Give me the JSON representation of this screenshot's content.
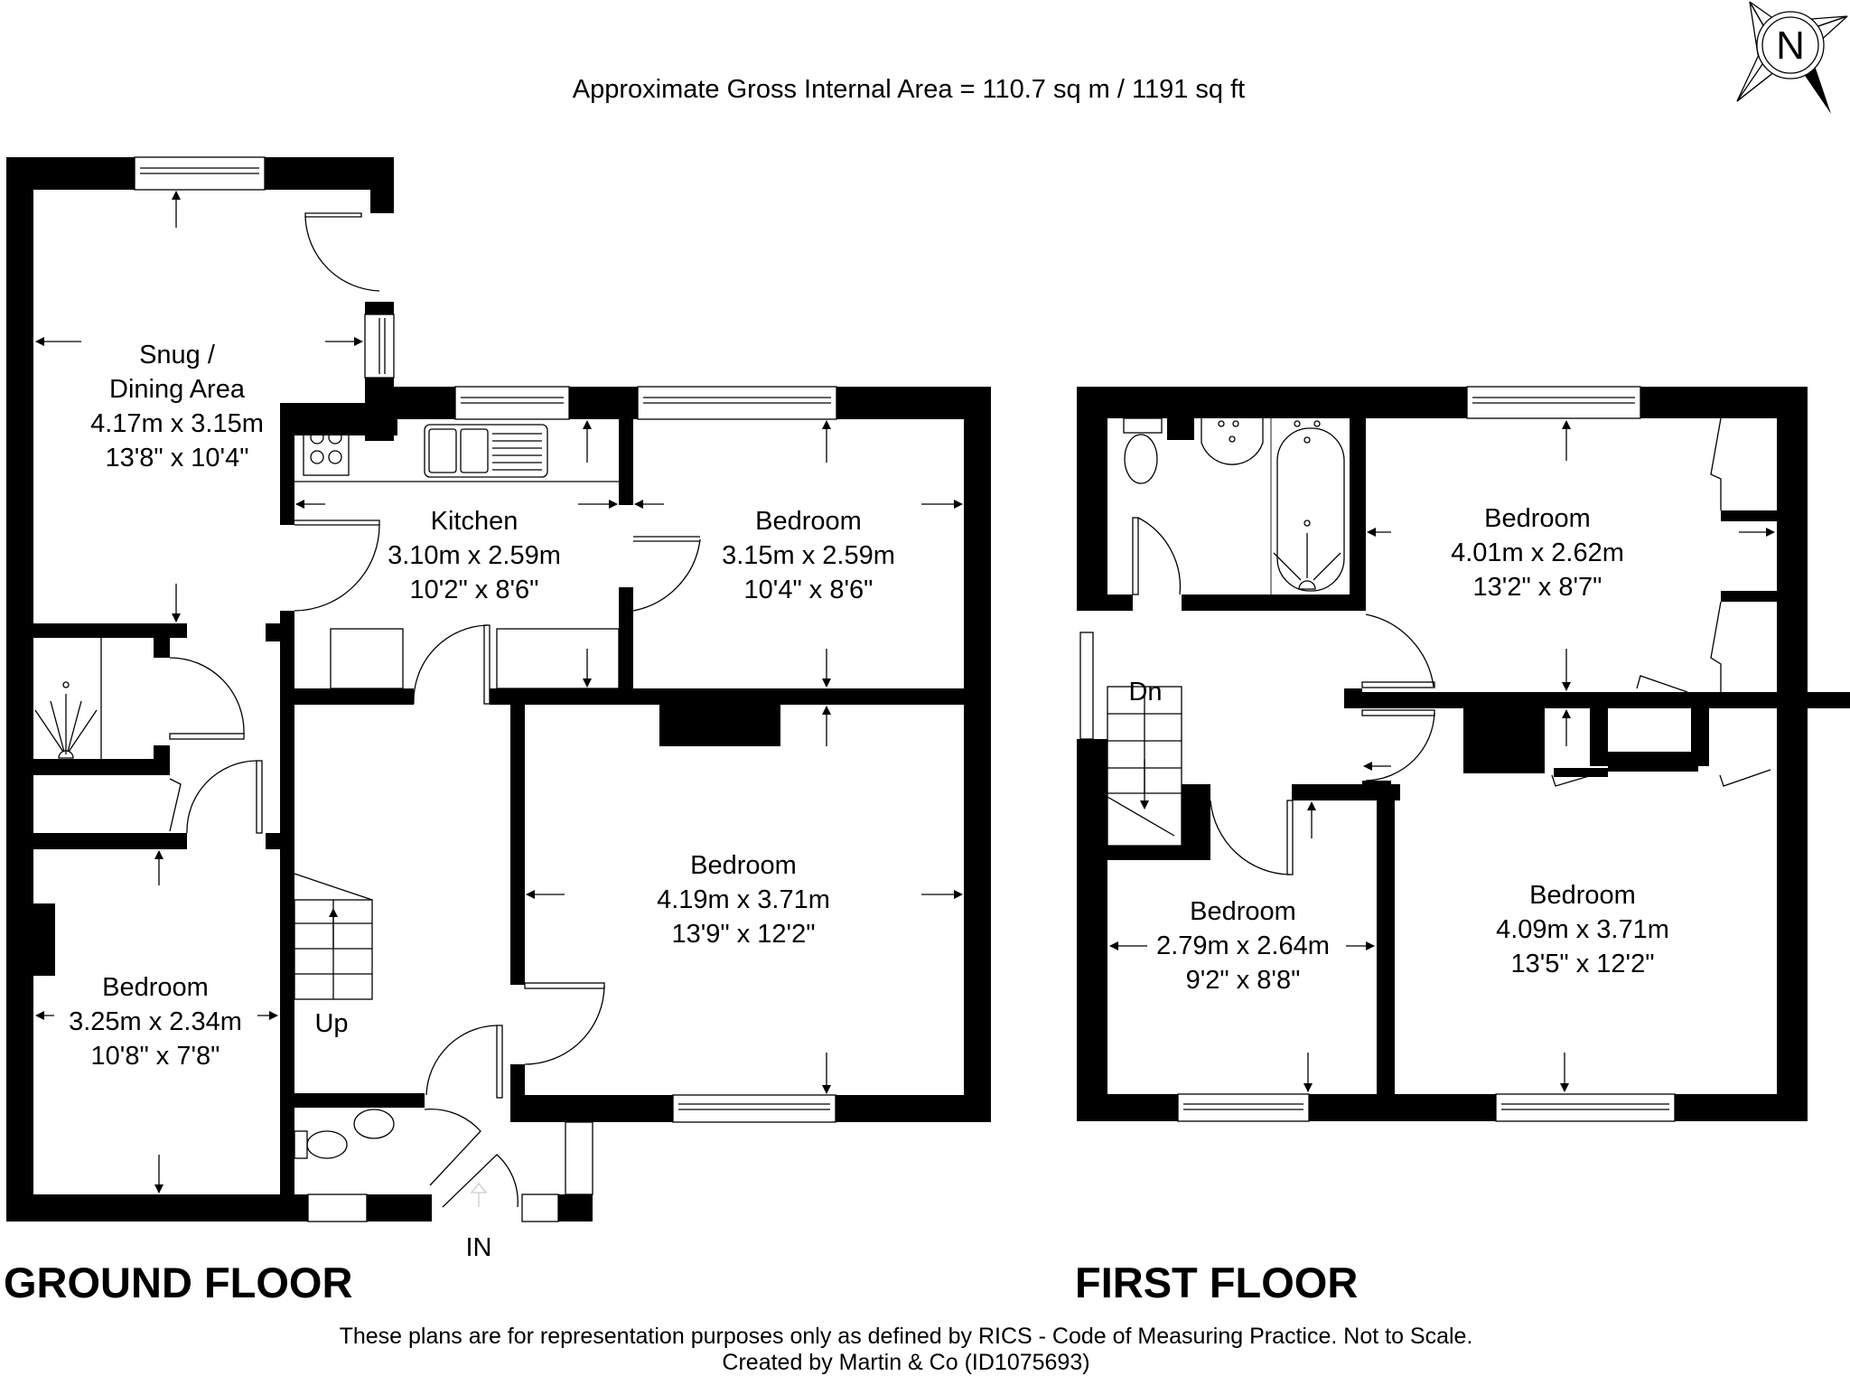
{
  "header": {
    "area_text": "Approximate Gross Internal Area = 110.7 sq m / 1191 sq ft"
  },
  "compass": {
    "label": "N",
    "icon": "north-compass-icon"
  },
  "ground_floor": {
    "title": "GROUND FLOOR",
    "entrance_label": "IN",
    "stairs_label": "Up",
    "rooms": [
      {
        "name": "Snug /",
        "name2": "Dining Area",
        "metric": "4.17m x 3.15m",
        "imperial": "13'8\" x 10'4\""
      },
      {
        "name": "Kitchen",
        "metric": "3.10m x 2.59m",
        "imperial": "10'2\" x 8'6\""
      },
      {
        "name": "Bedroom",
        "metric": "3.15m x 2.59m",
        "imperial": "10'4\" x 8'6\""
      },
      {
        "name": "Bedroom",
        "metric": "4.19m x 3.71m",
        "imperial": "13'9\" x 12'2\""
      },
      {
        "name": "Bedroom",
        "metric": "3.25m x 2.34m",
        "imperial": "10'8\" x 7'8\""
      }
    ]
  },
  "first_floor": {
    "title": "FIRST FLOOR",
    "stairs_label": "Dn",
    "rooms": [
      {
        "name": "Bedroom",
        "metric": "4.01m x 2.62m",
        "imperial": "13'2\" x 8'7\""
      },
      {
        "name": "Bedroom",
        "metric": "2.79m x 2.64m",
        "imperial": "9'2\" x 8'8\""
      },
      {
        "name": "Bedroom",
        "metric": "4.09m x 3.71m",
        "imperial": "13'5\" x 12'2\""
      }
    ]
  },
  "footer": {
    "disclaimer": "These plans are for representation purposes only as defined by RICS - Code of Measuring Practice. Not to Scale.",
    "credit": "Created by Martin & Co (ID1075693)"
  }
}
